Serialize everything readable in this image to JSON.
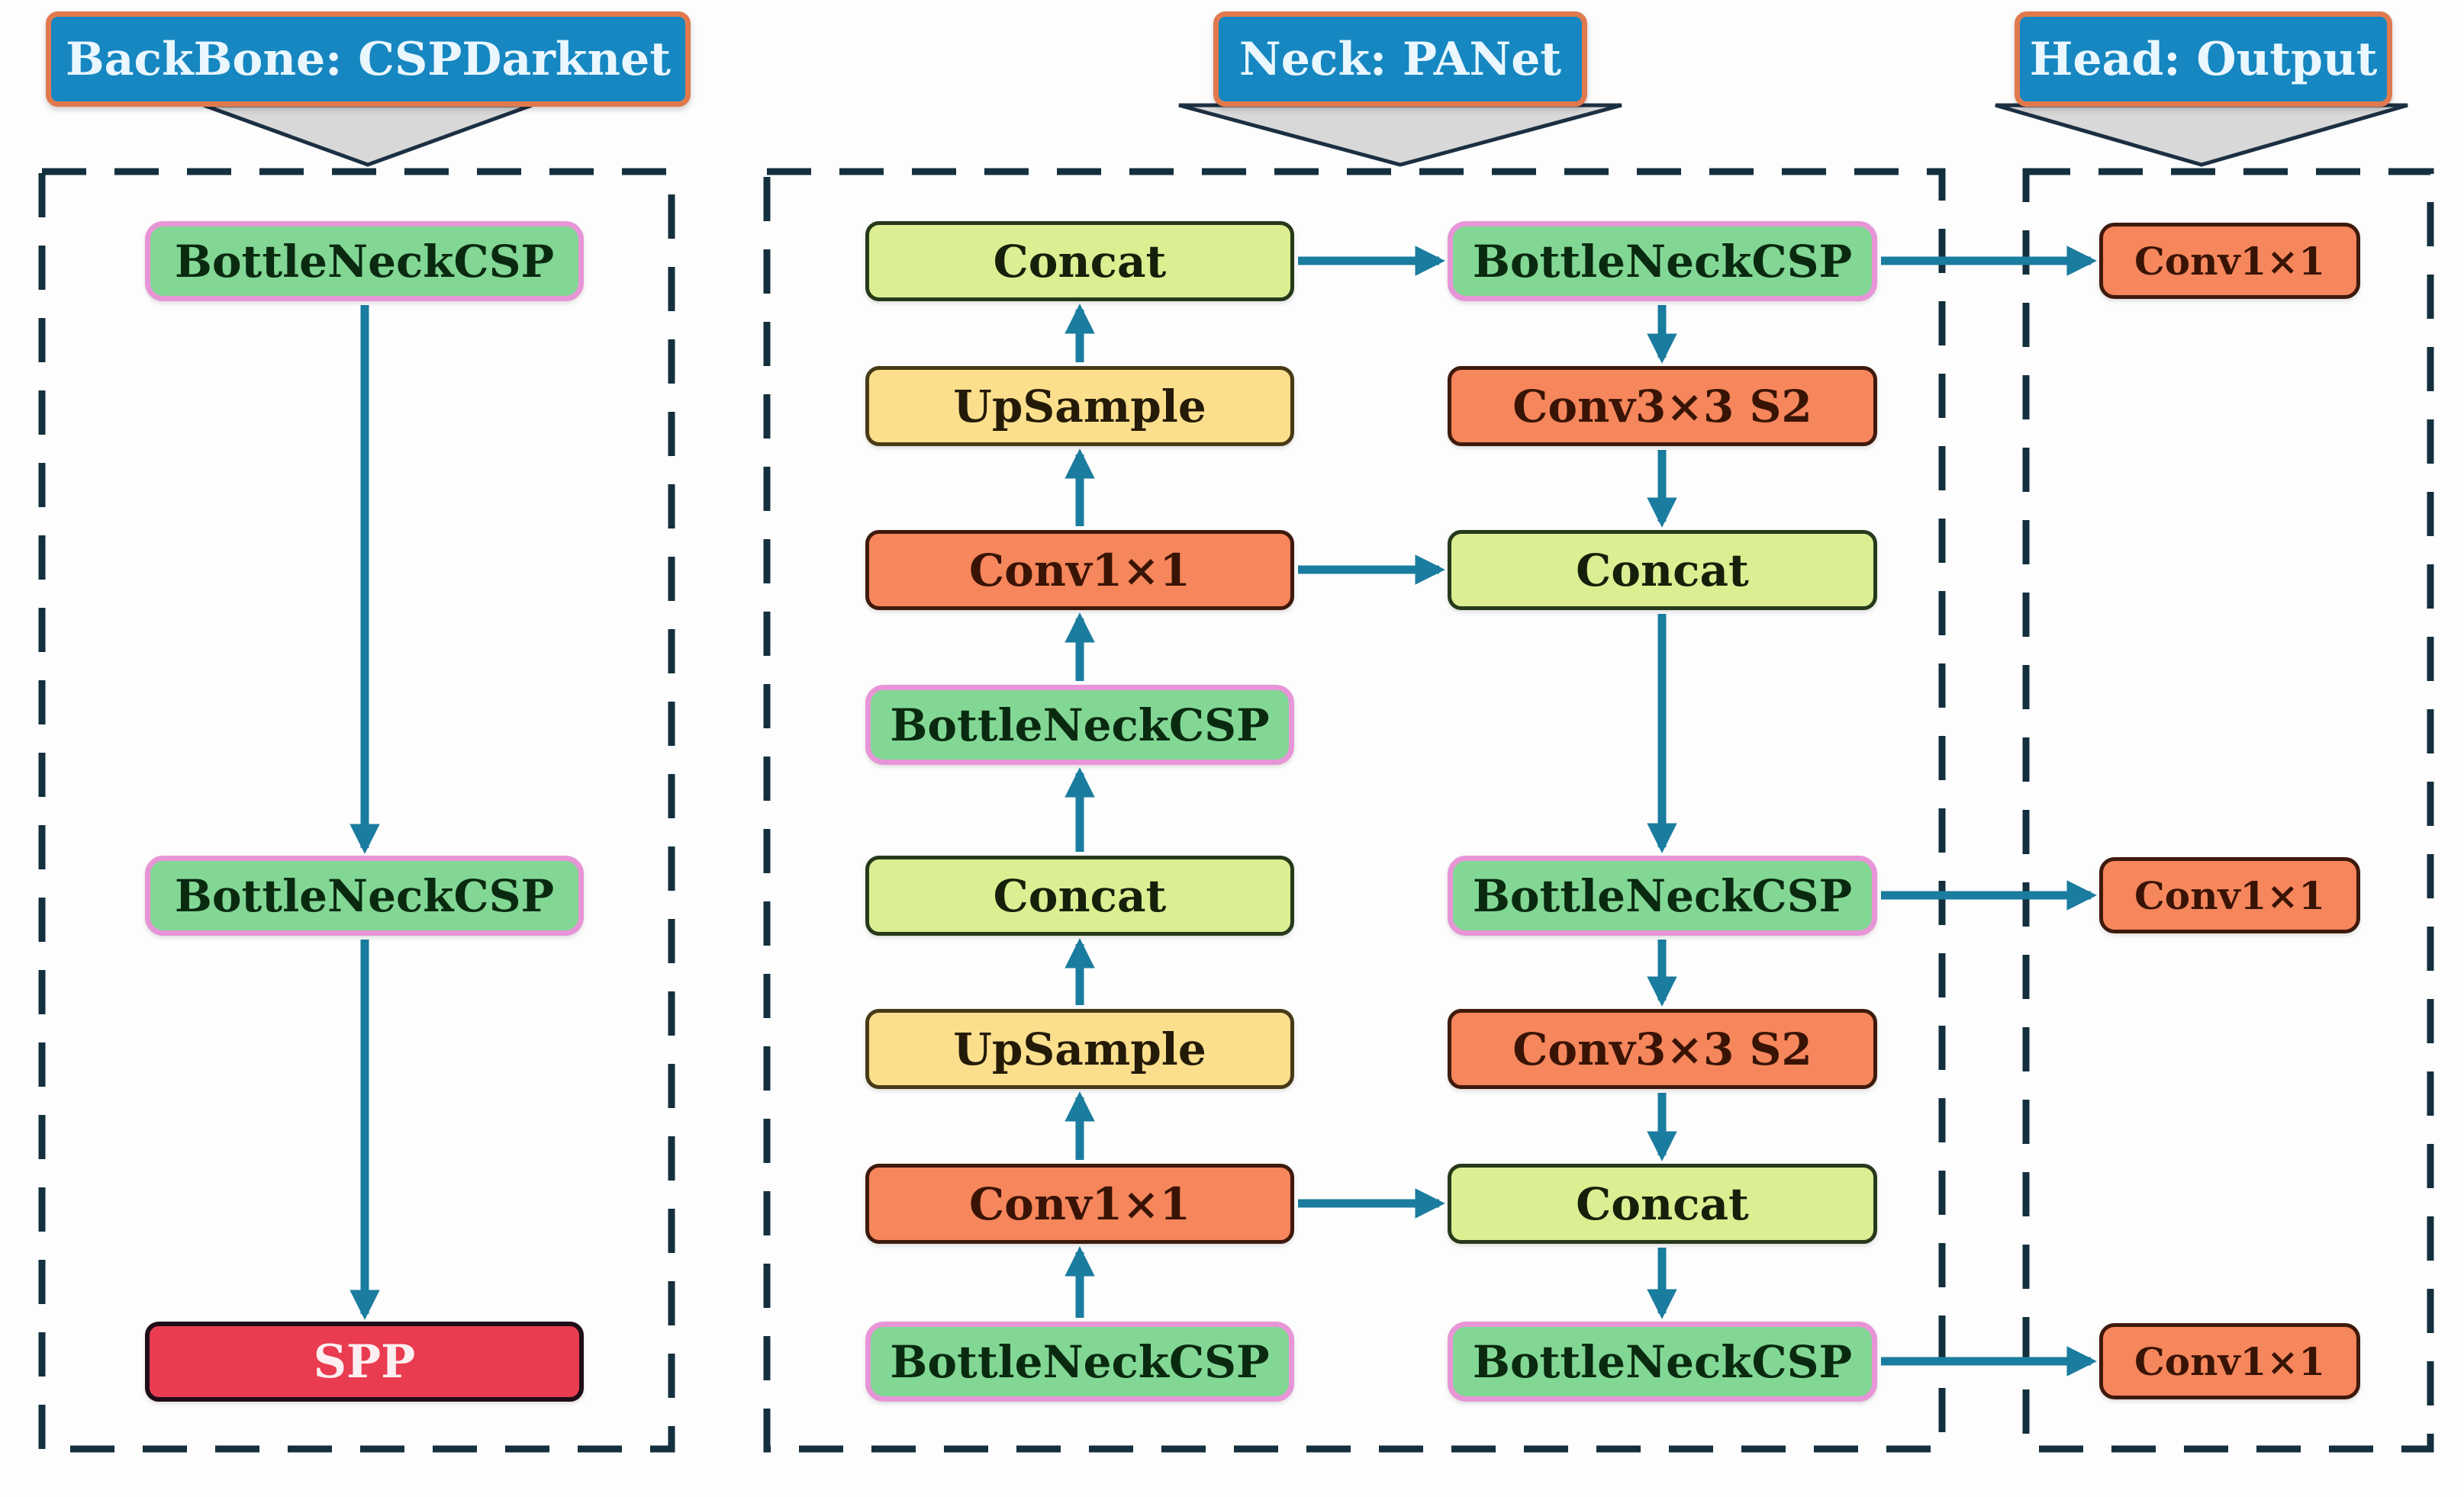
{
  "colors": {
    "bg": "#fdfdfd",
    "arrow": "#1a7c9e",
    "dash": "#142f3d",
    "header_fill": "#1687c1",
    "header_border": "#e07a4e",
    "header_text": "#eaf7ff",
    "triangle_fill": "#d8d8d8",
    "triangle_border": "#1c2f42",
    "csp_fill": "#82d795",
    "csp_border": "#e795d7",
    "csp_text": "#0a2a10",
    "concat_fill": "#dcee92",
    "concat_border": "#27391b",
    "concat_text": "#15200a",
    "upsample_fill": "#fbdf8d",
    "upsample_border": "#473a16",
    "upsample_text": "#241a08",
    "conv_fill": "#f6865c",
    "conv_border": "#3f1a0c",
    "conv_text": "#391405",
    "spp_fill": "#e93c50",
    "spp_border": "#1f0d18",
    "spp_text": "#fdeff1"
  },
  "backbone": {
    "header": "BackBone: CSPDarknet",
    "nodes": [
      {
        "label": "BottleNeckCSP"
      },
      {
        "label": "BottleNeckCSP"
      },
      {
        "label": "SPP"
      }
    ]
  },
  "neck": {
    "header": "Neck: PANet",
    "left_nodes": [
      {
        "label": "Concat"
      },
      {
        "label": "UpSample"
      },
      {
        "label": "Conv1×1"
      },
      {
        "label": "BottleNeckCSP"
      },
      {
        "label": "Concat"
      },
      {
        "label": "UpSample"
      },
      {
        "label": "Conv1×1"
      },
      {
        "label": "BottleNeckCSP"
      }
    ],
    "right_nodes": [
      {
        "label": "BottleNeckCSP"
      },
      {
        "label": "Conv3×3 S2"
      },
      {
        "label": "Concat"
      },
      {
        "label": "BottleNeckCSP"
      },
      {
        "label": "Conv3×3 S2"
      },
      {
        "label": "Concat"
      },
      {
        "label": "BottleNeckCSP"
      }
    ]
  },
  "head": {
    "header": "Head: Output",
    "nodes": [
      {
        "label": "Conv1×1"
      },
      {
        "label": "Conv1×1"
      },
      {
        "label": "Conv1×1"
      }
    ]
  }
}
